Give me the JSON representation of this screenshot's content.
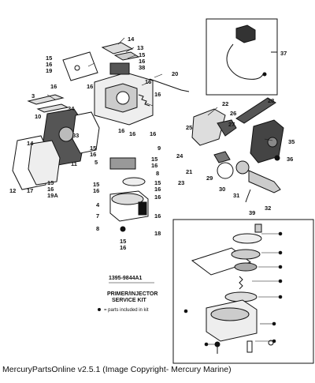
{
  "labels": {
    "l14": "14",
    "l13": "13",
    "l15a": "15",
    "l16a": "16",
    "l38": "38",
    "l15b": "15",
    "l16b": "16",
    "l19": "19",
    "l16c": "16",
    "l16d": "16",
    "l20": "20",
    "l3": "3",
    "l16e": "16",
    "l34": "34",
    "l10": "10",
    "l33": "33",
    "l16f": "16",
    "l16g": "16",
    "l15c": "15",
    "l16h": "16",
    "l14b": "14",
    "l11": "11",
    "l15d": "15",
    "l16i": "16",
    "l19a": "19A",
    "l12": "12",
    "l17": "17",
    "l22": "22",
    "l26": "26",
    "l27": "27",
    "l25": "25",
    "l28": "28",
    "l16j": "16",
    "l16k": "16",
    "l9": "9",
    "l15e": "15",
    "l16l": "16",
    "l8b": "8",
    "l24": "24",
    "l21": "21",
    "l23": "23",
    "l35": "35",
    "l36": "36",
    "l29": "29",
    "l30": "30",
    "l31": "31",
    "l32": "32",
    "l39": "39",
    "l5": "5",
    "l15f": "15",
    "l16m": "16",
    "l15g": "15",
    "l16n": "16",
    "l16o": "16",
    "l4": "4",
    "l7": "7",
    "l16p": "16",
    "l6": "6",
    "l8": "8",
    "l18": "18",
    "l15h": "15",
    "l16q": "16",
    "l37": "37"
  },
  "kit": {
    "part_number": "1395-9844A1",
    "title_line1": "PRIMER/INJECTOR",
    "title_line2": "SERVICE KIT",
    "legend": "= parts included in kit"
  },
  "footer": "MercuryPartsOnline v2.5.1 (Image Copyright- Mercury Marine)"
}
